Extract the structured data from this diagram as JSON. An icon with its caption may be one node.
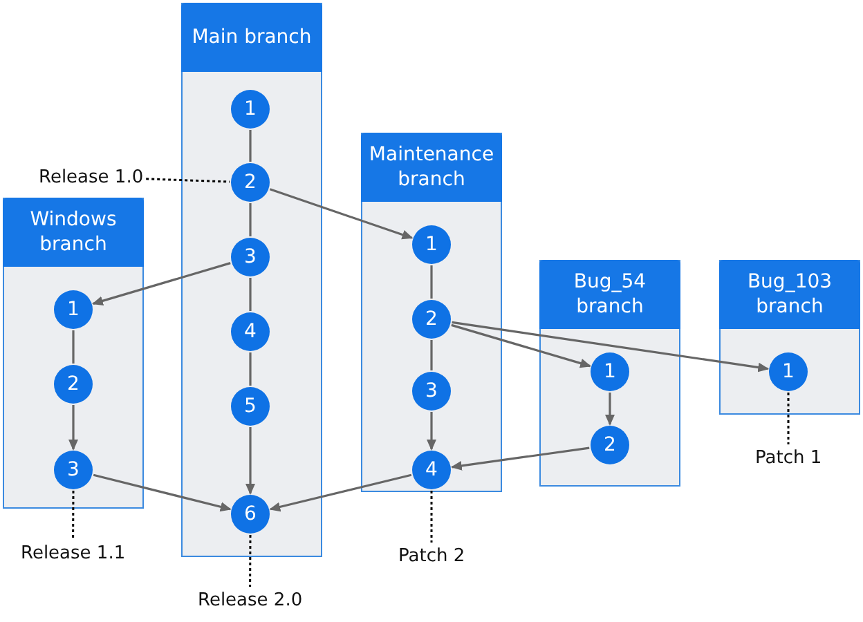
{
  "diagram": {
    "nodes": [
      {
        "text": [
          "Windows branch"
        ]
      },
      {
        "text": [
          "1"
        ],
        "in": 0
      },
      {
        "text": [
          "2"
        ],
        "in": 0
      },
      {
        "text": [
          "3"
        ],
        "in": 0
      },
      {
        "text": [
          "Main branch"
        ]
      },
      {
        "text": [
          "1"
        ],
        "in": 4
      },
      {
        "text": [
          "2"
        ],
        "in": 4
      },
      {
        "text": [
          "3"
        ],
        "in": 4
      },
      {
        "text": [
          "4"
        ],
        "in": 4
      },
      {
        "text": [
          "5"
        ],
        "in": 4
      },
      {
        "text": [
          "6"
        ],
        "in": 4
      },
      {
        "text": [
          "Maintenance branch"
        ]
      },
      {
        "text": [
          "1"
        ],
        "in": 11
      },
      {
        "text": [
          "2"
        ],
        "in": 11
      },
      {
        "text": [
          "3"
        ],
        "in": 11
      },
      {
        "text": [
          "4"
        ],
        "in": 11
      },
      {
        "text": [
          "Bug_54 branch"
        ]
      },
      {
        "text": [
          "1"
        ],
        "in": 16
      },
      {
        "text": [
          "2"
        ],
        "in": 16
      },
      {
        "text": [
          "Bug_103 branch"
        ]
      },
      {
        "text": [
          "1"
        ],
        "in": 19
      },
      {
        "text": [
          "Release 1.0"
        ]
      },
      {
        "text": [
          "Release 1.1"
        ]
      },
      {
        "text": [
          "Release 2.0"
        ]
      },
      {
        "text": [
          "Patch 2"
        ]
      },
      {
        "text": [
          "Patch 1"
        ]
      }
    ],
    "edges": [
      {
        "from": 5,
        "to": 6,
        "arrow": "none"
      },
      {
        "from": 6,
        "to": 7,
        "arrow": "none"
      },
      {
        "from": 7,
        "to": 8,
        "arrow": "none"
      },
      {
        "from": 8,
        "to": 9,
        "arrow": "none"
      },
      {
        "from": 9,
        "to": 10,
        "arrow": "to"
      },
      {
        "from": 6,
        "to": 12,
        "arrow": "to"
      },
      {
        "from": 7,
        "to": 1,
        "arrow": "to"
      },
      {
        "from": 1,
        "to": 2,
        "arrow": "none"
      },
      {
        "from": 2,
        "to": 3,
        "arrow": "to"
      },
      {
        "from": 3,
        "to": 10,
        "arrow": "to"
      },
      {
        "from": 12,
        "to": 13,
        "arrow": "none"
      },
      {
        "from": 13,
        "to": 14,
        "arrow": "none"
      },
      {
        "from": 14,
        "to": 15,
        "arrow": "to"
      },
      {
        "from": 15,
        "to": 10,
        "arrow": "to"
      },
      {
        "from": 13,
        "to": 17,
        "arrow": "to"
      },
      {
        "from": 13,
        "to": 20,
        "arrow": "to"
      },
      {
        "from": 17,
        "to": 18,
        "arrow": "to"
      },
      {
        "from": 18,
        "to": 15,
        "arrow": "to"
      },
      {
        "from": 21,
        "to": 6,
        "arrow": "none",
        "style": "dashed",
        "color": "#000000"
      },
      {
        "from": 3,
        "to": 22,
        "arrow": "none",
        "style": "dashed",
        "color": "#000000"
      },
      {
        "from": 10,
        "to": 23,
        "arrow": "none",
        "style": "dashed",
        "color": "#000000"
      },
      {
        "from": 15,
        "to": 24,
        "arrow": "none",
        "style": "dashed",
        "color": "#000000"
      },
      {
        "from": 20,
        "to": 25,
        "arrow": "none",
        "style": "dashed",
        "color": "#000000"
      }
    ]
  }
}
